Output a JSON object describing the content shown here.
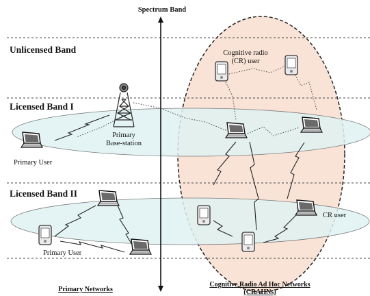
{
  "axis": {
    "label": "Spectrum Band"
  },
  "bands": {
    "unlicensed": "Unlicensed Band",
    "licensed1": "Licensed Band I",
    "licensed2": "Licensed Band II"
  },
  "labels": {
    "cr_user_line1": "Cognitive radio",
    "cr_user_line2": "(CR) user",
    "base_station_line1": "Primary",
    "base_station_line2": "Base-station",
    "primary_user_1": "Primary User",
    "primary_user_2": "Primary User",
    "cr_user_right": "CR user"
  },
  "captions": {
    "primary_networks": "Primary Networks",
    "crahn_line1": "Cognitive Radio Ad Hoc Networks",
    "crahn_line2": "(CRAHNs)"
  },
  "colors": {
    "ellipse_fill": "#dff2f2",
    "crahn_fill": "#f9e3d6",
    "line": "#222222"
  },
  "icons": [
    "antenna-tower-icon",
    "laptop-icon",
    "handheld-device-icon",
    "lightning-link-icon"
  ]
}
